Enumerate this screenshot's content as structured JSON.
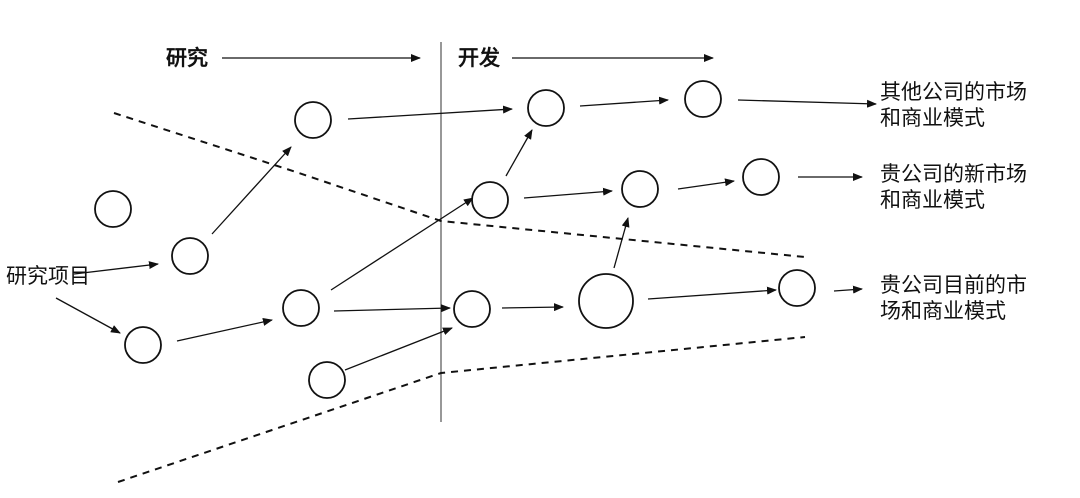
{
  "headers": {
    "research": "研究",
    "development": "开发"
  },
  "start_label": "研究项目",
  "outcomes": {
    "other_company": [
      "其他公司的市场",
      "和商业模式"
    ],
    "new_market": [
      "贵公司的新市场",
      "和商业模式"
    ],
    "current_market": [
      "贵公司目前的市",
      "场和商业模式"
    ]
  },
  "colors": {
    "line": "#111111",
    "node_fill": "#ffffff",
    "divider": "#777777"
  }
}
